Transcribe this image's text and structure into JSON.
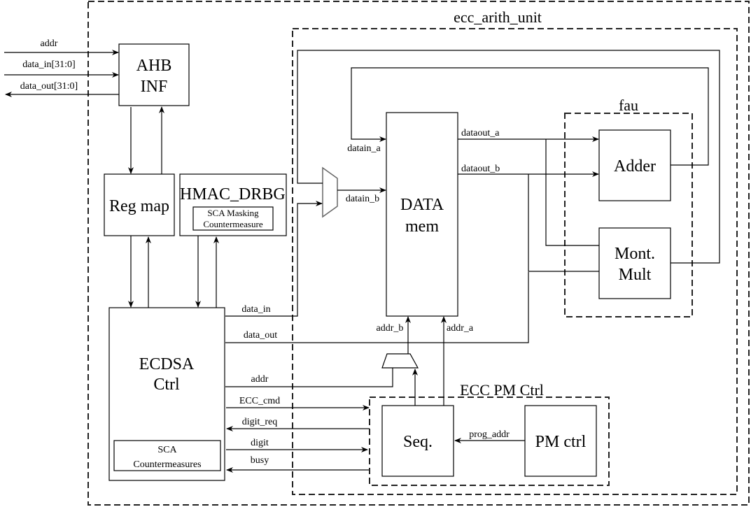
{
  "groups": {
    "top_level": "",
    "ecc_arith_unit": "ecc_arith_unit",
    "fau": "fau",
    "ecc_pm_ctrl": "ECC PM Ctrl"
  },
  "blocks": {
    "ahb_inf": [
      "AHB",
      "INF"
    ],
    "reg_map": "Reg map",
    "hmac_drbg": "HMAC_DRBG",
    "sca_masking": [
      "SCA Masking",
      "Countermeasure"
    ],
    "ecdsa_ctrl": [
      "ECDSA",
      "Ctrl"
    ],
    "sca_countermeasures": [
      "SCA",
      "Countermeasures"
    ],
    "data_mem": [
      "DATA",
      "mem"
    ],
    "adder": "Adder",
    "mont_mult": [
      "Mont.",
      "Mult"
    ],
    "seq": "Seq.",
    "pm_ctrl": "PM ctrl"
  },
  "signals": {
    "ext_addr": "addr",
    "ext_data_in": "data_in[31:0]",
    "ext_data_out": "data_out[31:0]",
    "datain_a": "datain_a",
    "datain_b": "datain_b",
    "dataout_a": "dataout_a",
    "dataout_b": "dataout_b",
    "addr_b": "addr_b",
    "addr_a": "addr_a",
    "data_in": "data_in",
    "data_out": "data_out",
    "addr": "addr",
    "ecc_cmd": "ECC_cmd",
    "digit_req": "digit_req",
    "digit": "digit",
    "busy": "busy",
    "prog_addr": "prog_addr"
  }
}
